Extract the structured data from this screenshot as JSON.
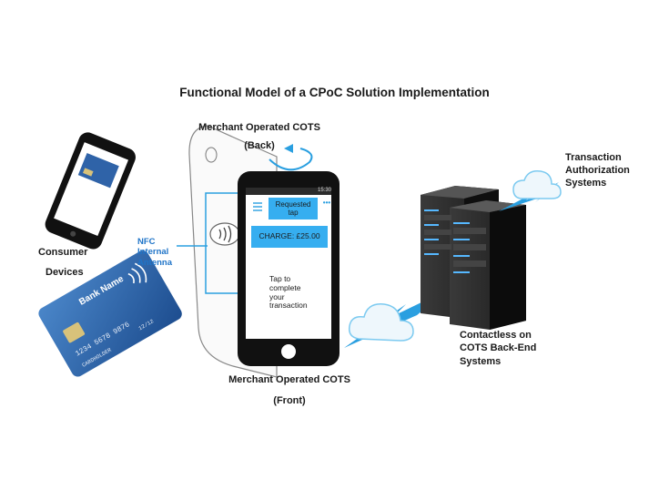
{
  "title": "Functional Model of a CPoC Solution Implementation",
  "labels": {
    "merchant_back_line1": "Merchant Operated COTS",
    "merchant_back_line2": "(Back)",
    "merchant_front_line1": "Merchant Operated COTS",
    "merchant_front_line2": "(Front)",
    "consumer_line1": "Consumer",
    "consumer_line2": "Devices",
    "nfc_line1": "NFC",
    "nfc_line2": "Internal",
    "nfc_line3": "Antenna",
    "transaction_line1": "Transaction",
    "transaction_line2": "Authorization",
    "transaction_line3": "Systems",
    "contactless_line1": "Contactless on",
    "contactless_line2": "COTS Back-End",
    "contactless_line3": "Systems"
  },
  "phone_screen": {
    "status_time": "15:30",
    "request_line1": "Requested",
    "request_line2": "tap",
    "charge": "CHARGE:   £25.00",
    "tap_line1": "Tap to",
    "tap_line2": "complete",
    "tap_line3": "your",
    "tap_line4": "transaction",
    "menu_dots": "•••"
  },
  "card": {
    "bank_name": "Bank Name",
    "number_line": "1234  5678  9876",
    "expiry": "12/12",
    "holder": "CARDHOLDER"
  },
  "colors": {
    "accent_blue": "#2a9fe0",
    "label_blue": "#1f74c8",
    "screen_blue": "#36aef0",
    "card_blue": "#2f63a8",
    "phone_black": "#111111"
  },
  "icons": [
    "nfc-icon",
    "cloud-icon",
    "lightning-icon",
    "rotate-arrow-icon",
    "server-icon",
    "hamburger-menu-icon",
    "home-button-icon",
    "chip-icon"
  ]
}
